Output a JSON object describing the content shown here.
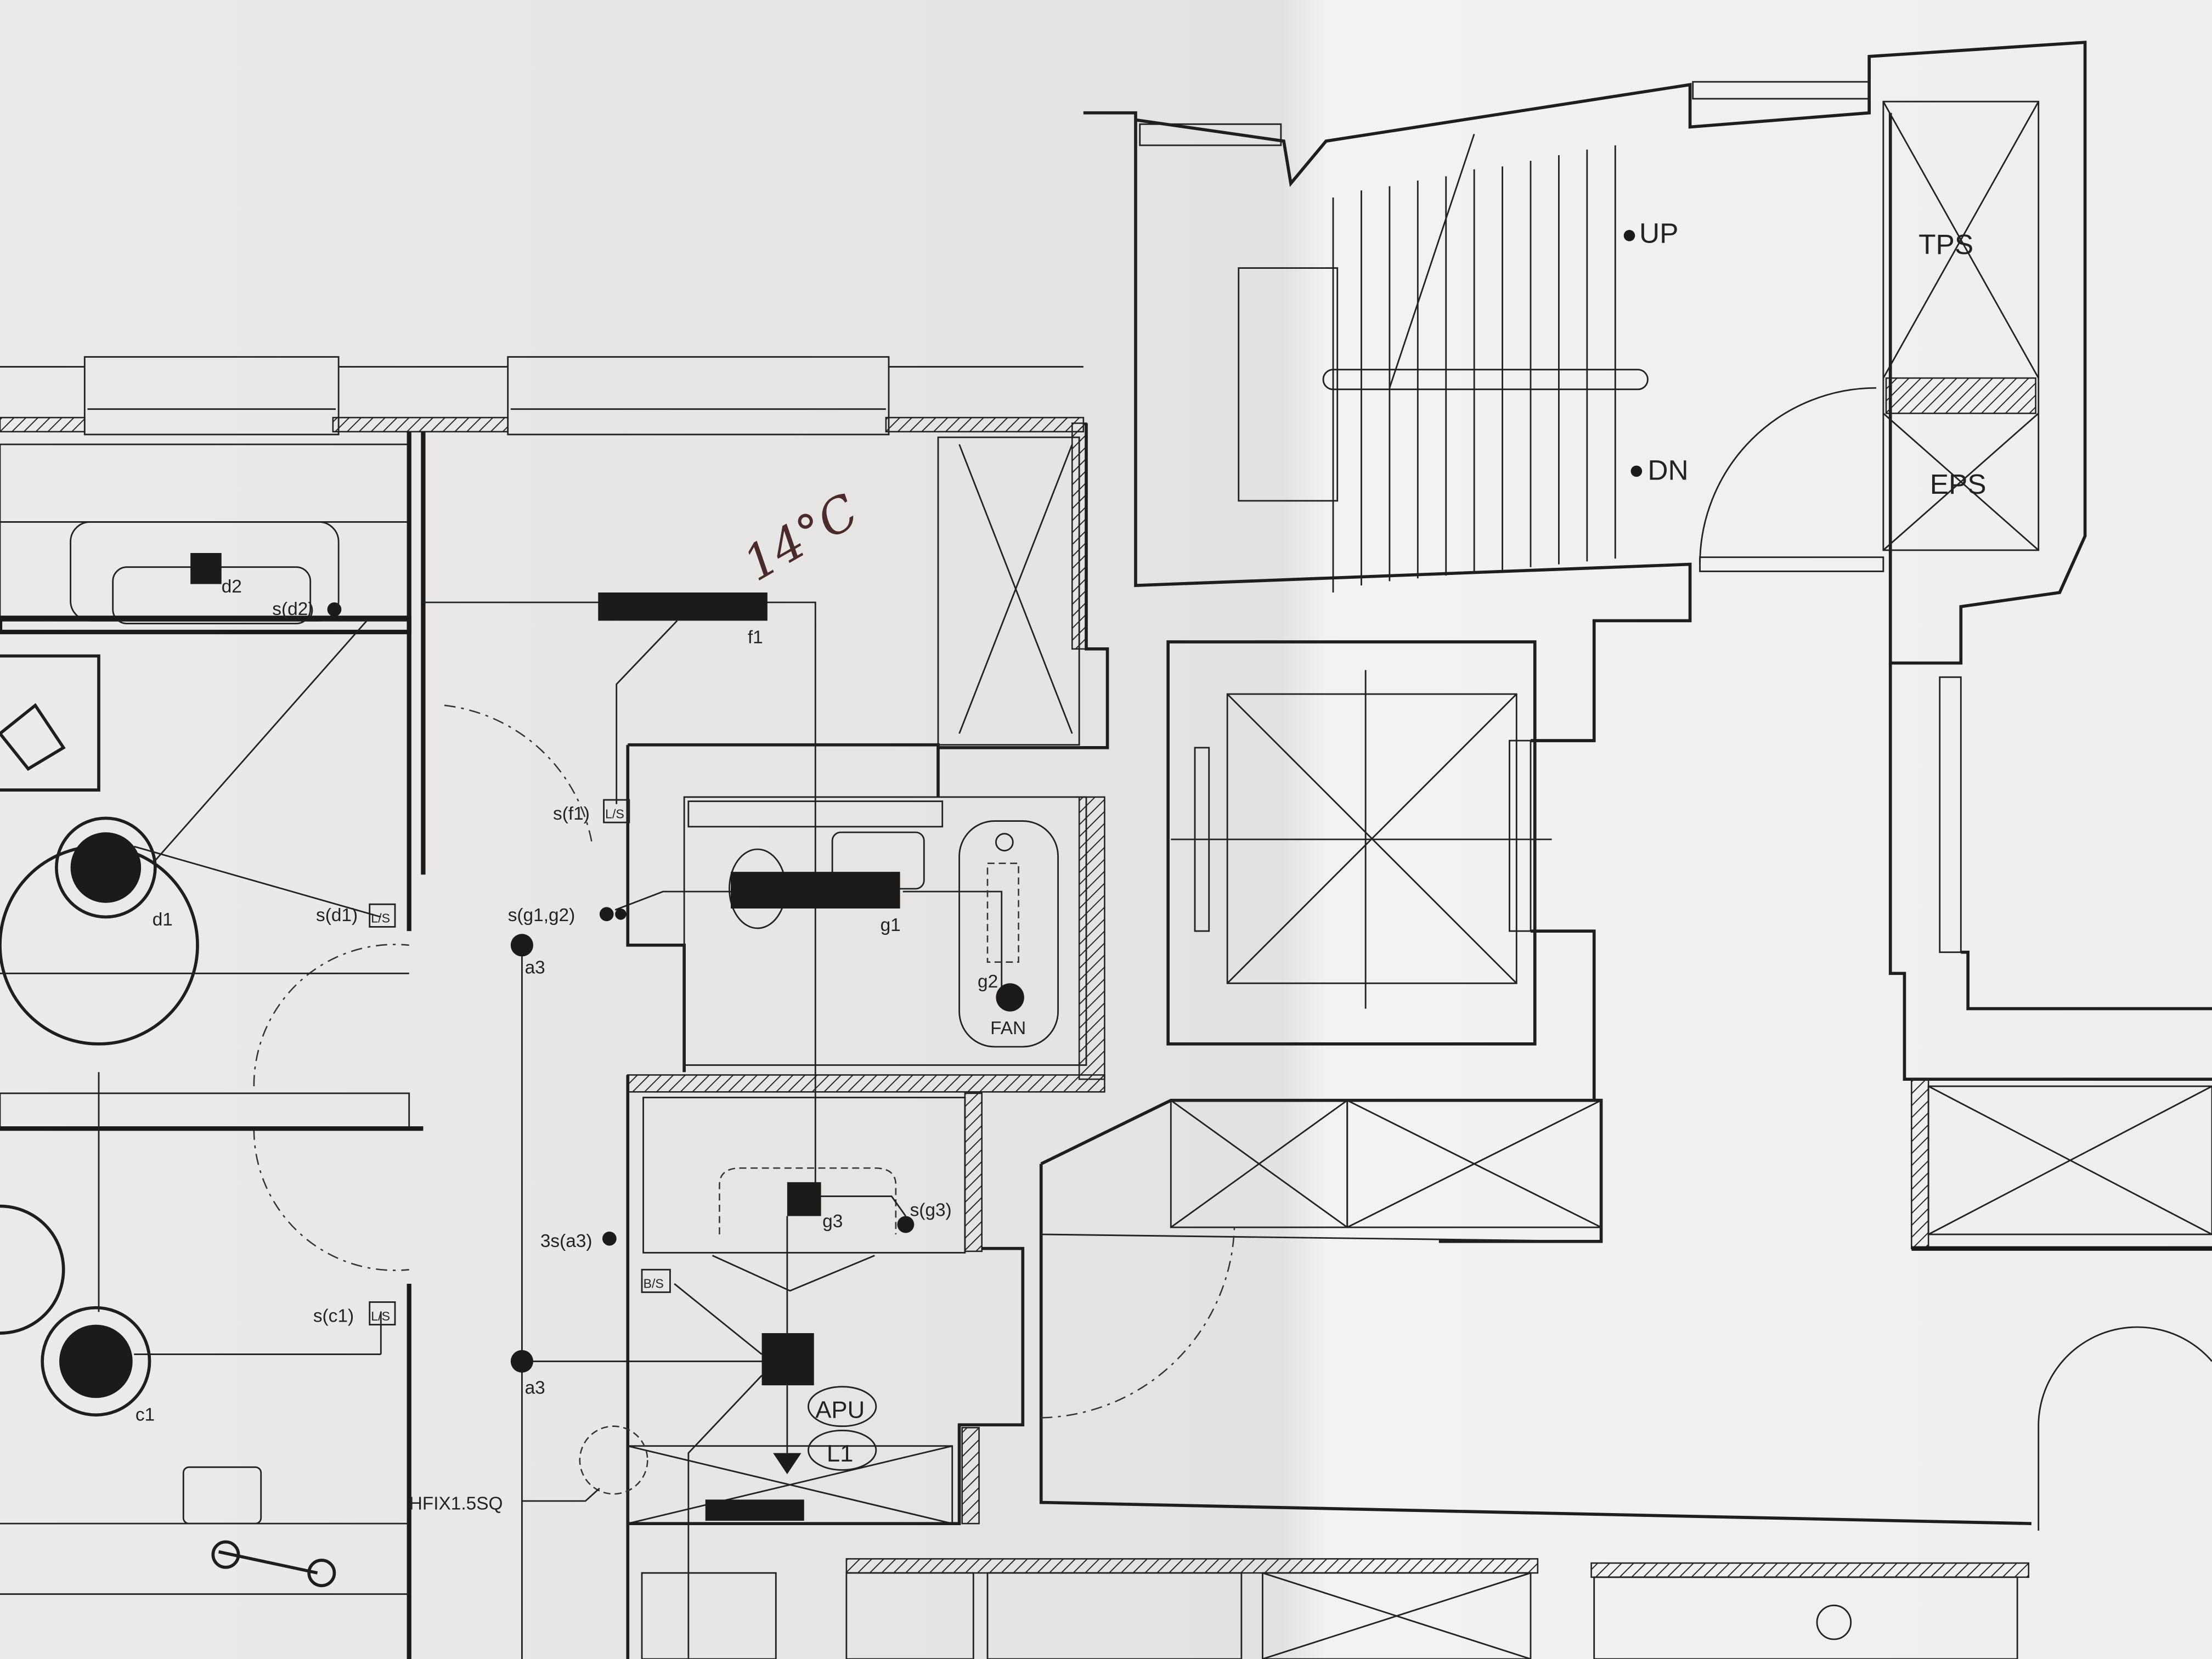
{
  "plan": {
    "annotation_handwritten": "14°C",
    "stair": {
      "up": "UP",
      "down": "DN"
    },
    "shafts": {
      "tps": "TPS",
      "eps": "EPS"
    },
    "fixtures": {
      "d2": "d2",
      "s_d2": "s(d2)",
      "f1": "f1",
      "s_f1": "s(f1)",
      "d1": "d1",
      "s_d1": "s(d1)",
      "s_g1_g2": "s(g1,g2)",
      "a3_top": "a3",
      "a3_bottom": "a3",
      "s3_a3": "3s(a3)",
      "g1": "g1",
      "g2": "g2",
      "fan": "FAN",
      "g3": "g3",
      "s_g3": "s(g3)",
      "c1": "c1",
      "s_c1": "s(c1)",
      "bs": "B/S",
      "ls": "L/S",
      "apu": "APU",
      "l1": "L1",
      "wire": "HFIX1.5SQ"
    }
  }
}
